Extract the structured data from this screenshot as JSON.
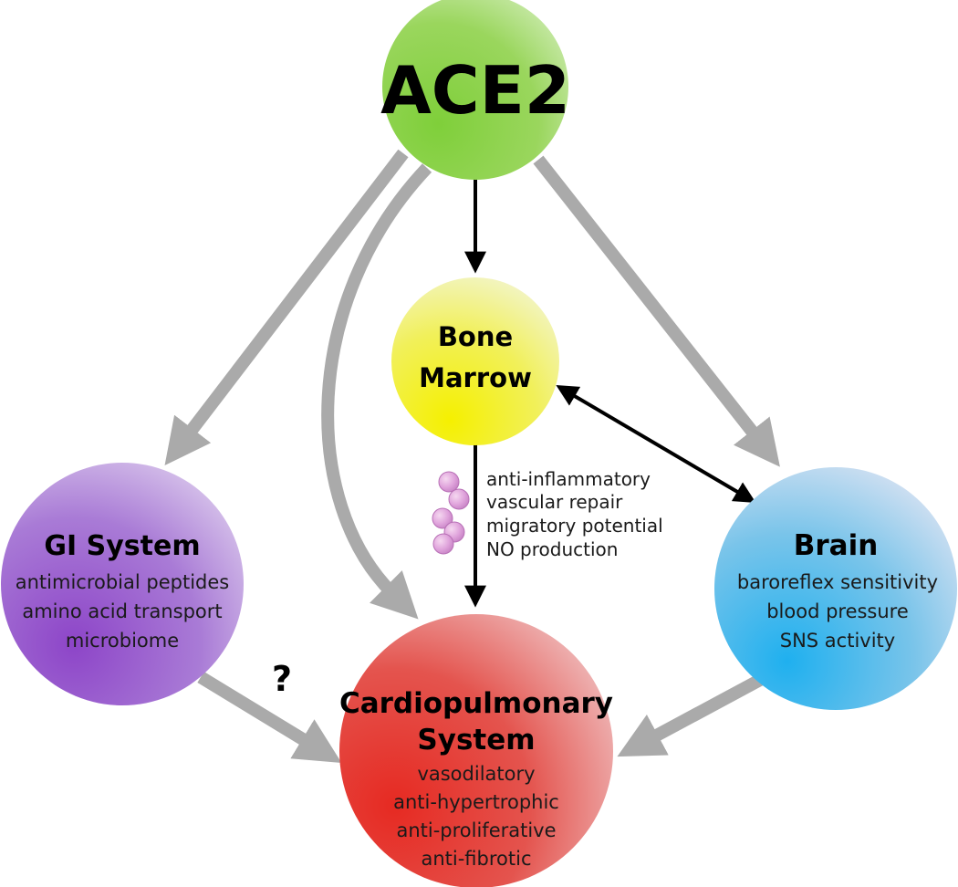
{
  "nodes": {
    "ace2": {
      "title": "ACE2",
      "color": "#8fd14f"
    },
    "bone_marrow": {
      "title_lines": [
        "Bone",
        "Marrow"
      ],
      "color": "#f2f03a"
    },
    "gi": {
      "title": "GI System",
      "items": [
        "antimicrobial peptides",
        "amino acid transport",
        "microbiome"
      ],
      "color": "#9a5ad0"
    },
    "brain": {
      "title": "Brain",
      "items": [
        "baroreflex sensitivity",
        "blood pressure",
        "SNS activity"
      ],
      "color": "#3aaee8"
    },
    "cardio": {
      "title_lines": [
        "Cardiopulmonary",
        "System"
      ],
      "items": [
        "vasodilatory",
        "anti-hypertrophic",
        "anti-proliferative",
        "anti-fibrotic"
      ],
      "color": "#e83a36"
    }
  },
  "bone_marrow_effects": [
    "anti-inflammatory",
    "vascular repair",
    "migratory potential",
    "NO production"
  ],
  "question_mark": "?",
  "arrow_colors": {
    "primary": "#000000",
    "secondary": "#aaaaaa"
  }
}
